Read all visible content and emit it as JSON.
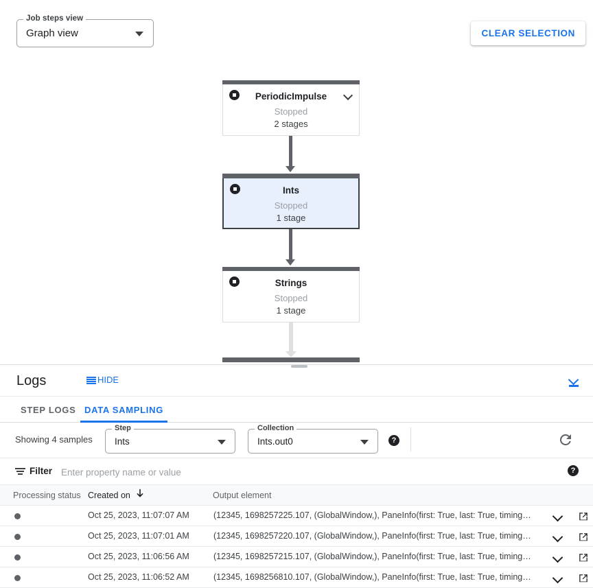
{
  "graph": {
    "steps_view": {
      "legend": "Job steps view",
      "value": "Graph view"
    },
    "clear_selection_label": "CLEAR SELECTION",
    "nodes": [
      {
        "title": "PeriodicImpulse",
        "status": "Stopped",
        "stages": "2 stages",
        "selected": false,
        "has_chevron": true
      },
      {
        "title": "Ints",
        "status": "Stopped",
        "stages": "1 stage",
        "selected": true,
        "has_chevron": false
      },
      {
        "title": "Strings",
        "status": "Stopped",
        "stages": "1 stage",
        "selected": false,
        "has_chevron": false
      }
    ]
  },
  "logs": {
    "title": "Logs",
    "hide_label": "HIDE",
    "tabs": [
      {
        "label": "STEP LOGS",
        "active": false
      },
      {
        "label": "DATA SAMPLING",
        "active": true
      }
    ],
    "controls": {
      "showing": "Showing 4 samples",
      "step": {
        "legend": "Step",
        "value": "Ints"
      },
      "collection": {
        "legend": "Collection",
        "value": "Ints.out0"
      }
    },
    "filter": {
      "label": "Filter",
      "placeholder": "Enter property name or value",
      "value": ""
    },
    "table": {
      "columns": [
        "Processing status",
        "Created on",
        "Output element"
      ],
      "sorted_column": "Created on",
      "sort_direction": "desc",
      "rows": [
        {
          "status": "processed",
          "created_on": "Oct 25, 2023, 11:07:07 AM",
          "output_element": "(12345, 1698257225.107, (GlobalWindow,), PaneInfo(first: True, last: True, timing…"
        },
        {
          "status": "processed",
          "created_on": "Oct 25, 2023, 11:07:01 AM",
          "output_element": "(12345, 1698257220.107, (GlobalWindow,), PaneInfo(first: True, last: True, timing…"
        },
        {
          "status": "processed",
          "created_on": "Oct 25, 2023, 11:06:56 AM",
          "output_element": "(12345, 1698257215.107, (GlobalWindow,), PaneInfo(first: True, last: True, timing…"
        },
        {
          "status": "processed",
          "created_on": "Oct 25, 2023, 11:06:52 AM",
          "output_element": "(12345, 1698256810.107, (GlobalWindow,), PaneInfo(first: True, last: True, timing…"
        }
      ]
    }
  },
  "colors": {
    "accent_blue": "#1a73e8",
    "selected_node_bg": "#e8f0fe",
    "node_bar_gray": "#5f6368",
    "status_gray": "#9aa0a6"
  },
  "icons": {
    "help": "?",
    "refresh": "refresh-icon",
    "open_in_new": "open-in-new-icon"
  }
}
